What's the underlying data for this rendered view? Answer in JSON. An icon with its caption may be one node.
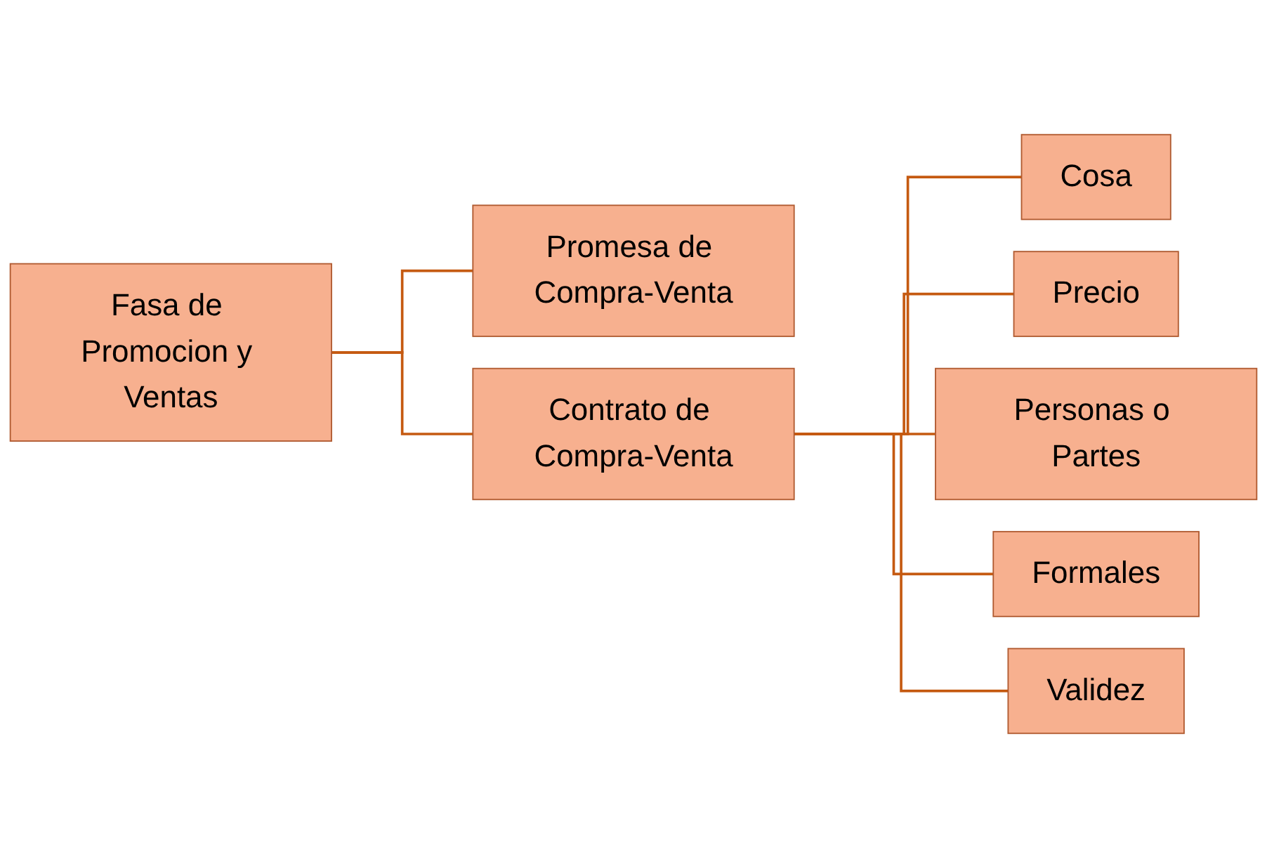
{
  "diagram": {
    "nodes": [
      {
        "text": [
          "Fasa de Promocion y Ventas"
        ]
      },
      {
        "text": [
          "Promesa de Compra-Venta"
        ]
      },
      {
        "text": [
          "Contrato de Compra-Venta"
        ]
      },
      {
        "text": [
          "Cosa"
        ]
      },
      {
        "text": [
          "Precio"
        ]
      },
      {
        "text": [
          "Personas o Partes"
        ]
      },
      {
        "text": [
          "Formales"
        ]
      },
      {
        "text": [
          "Validez"
        ]
      }
    ],
    "edges": [
      {
        "from": 0,
        "to": 1,
        "arrow": "none"
      },
      {
        "from": 0,
        "to": 2,
        "arrow": "none"
      },
      {
        "from": 2,
        "to": 3,
        "arrow": "none"
      },
      {
        "from": 2,
        "to": 4,
        "arrow": "none"
      },
      {
        "from": 2,
        "to": 5,
        "arrow": "none"
      },
      {
        "from": 2,
        "to": 6,
        "arrow": "none"
      },
      {
        "from": 2,
        "to": 7,
        "arrow": "none"
      }
    ]
  }
}
